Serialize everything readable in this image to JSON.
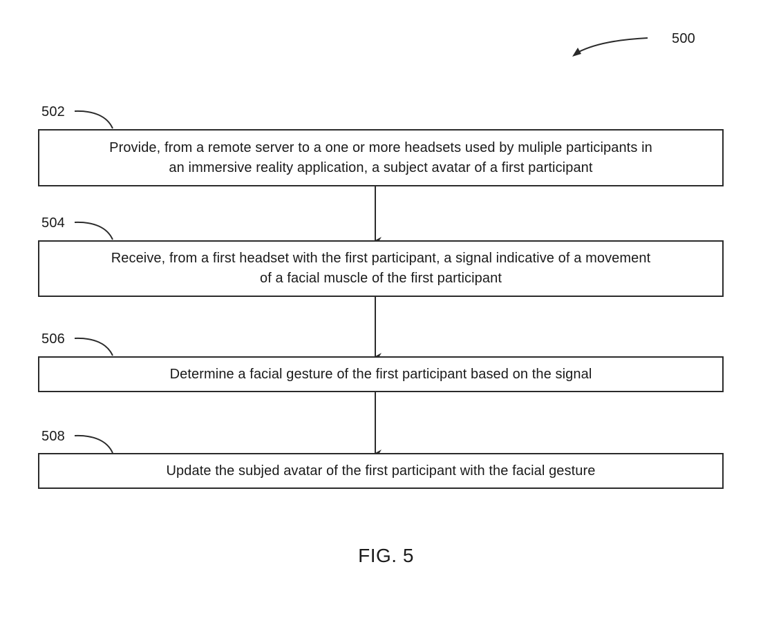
{
  "figure": {
    "reference": "500",
    "caption": "FIG. 5"
  },
  "steps": [
    {
      "ref": "502",
      "lines": [
        "Provide, from a remote server to a one or more headsets used by muliple participants in",
        "an immersive reality application, a subject avatar of a first participant"
      ]
    },
    {
      "ref": "504",
      "lines": [
        "Receive, from a first headset with the first participant, a signal indicative of a movement",
        "of a facial muscle of the first participant"
      ]
    },
    {
      "ref": "506",
      "lines": [
        "Determine a facial gesture of the first participant based on the signal"
      ]
    },
    {
      "ref": "508",
      "lines": [
        "Update the subjed avatar of the first participant with the facial gesture"
      ]
    }
  ],
  "colors": {
    "line": "#2a2a2a",
    "text": "#1a1a1a"
  }
}
